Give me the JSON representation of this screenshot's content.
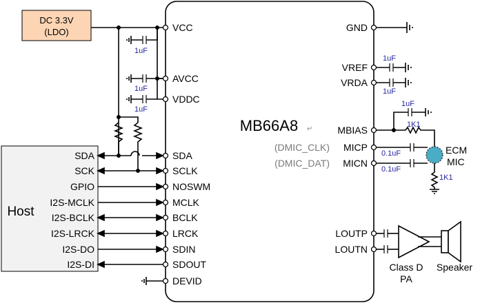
{
  "power": {
    "line1": "DC 3.3V",
    "line2": "(LDO)",
    "fill": "#fcd5b4"
  },
  "chip": {
    "name": "MB66A8",
    "mark": "↵"
  },
  "host": {
    "label": "Host",
    "fill": "#f2f2f2"
  },
  "left_pins": [
    "VCC",
    "AVCC",
    "VDDC",
    "SDA",
    "SCLK",
    "NOSWM",
    "MCLK",
    "BCLK",
    "LRCK",
    "SDIN",
    "SDOUT",
    "DEVID"
  ],
  "host_signals": [
    "SDA",
    "SCK",
    "GPIO",
    "I2S-MCLK",
    "I2S-BCLK",
    "I2S-LRCK",
    "I2S-DO",
    "I2S-DI"
  ],
  "right_pins": [
    "GND",
    "VREF",
    "VRDA",
    "MBIAS",
    "MICP",
    "MICN",
    "LOUTP",
    "LOUTN"
  ],
  "dmic": {
    "clk": "(DMIC_CLK)",
    "dat": "(DMIC_DAT)"
  },
  "caps": {
    "vcc": "1uF",
    "avcc": "1uF",
    "vddc": "1uF",
    "vref": "1uF",
    "vrda": "1uF",
    "mbias": "1uF",
    "micp": "0.1uF",
    "micn": "0.1uF"
  },
  "resistors": {
    "bias": "1K1",
    "gnd": "1K1"
  },
  "mic": {
    "line1": "ECM",
    "line2": "MIC",
    "color": "#4bacc6"
  },
  "amp": {
    "line1": "Class D",
    "line2": "PA"
  },
  "speaker": {
    "label": "Speaker"
  },
  "colors": {
    "label_blue": "#1f1fa0",
    "dmic_gray": "#7a7a7a"
  }
}
